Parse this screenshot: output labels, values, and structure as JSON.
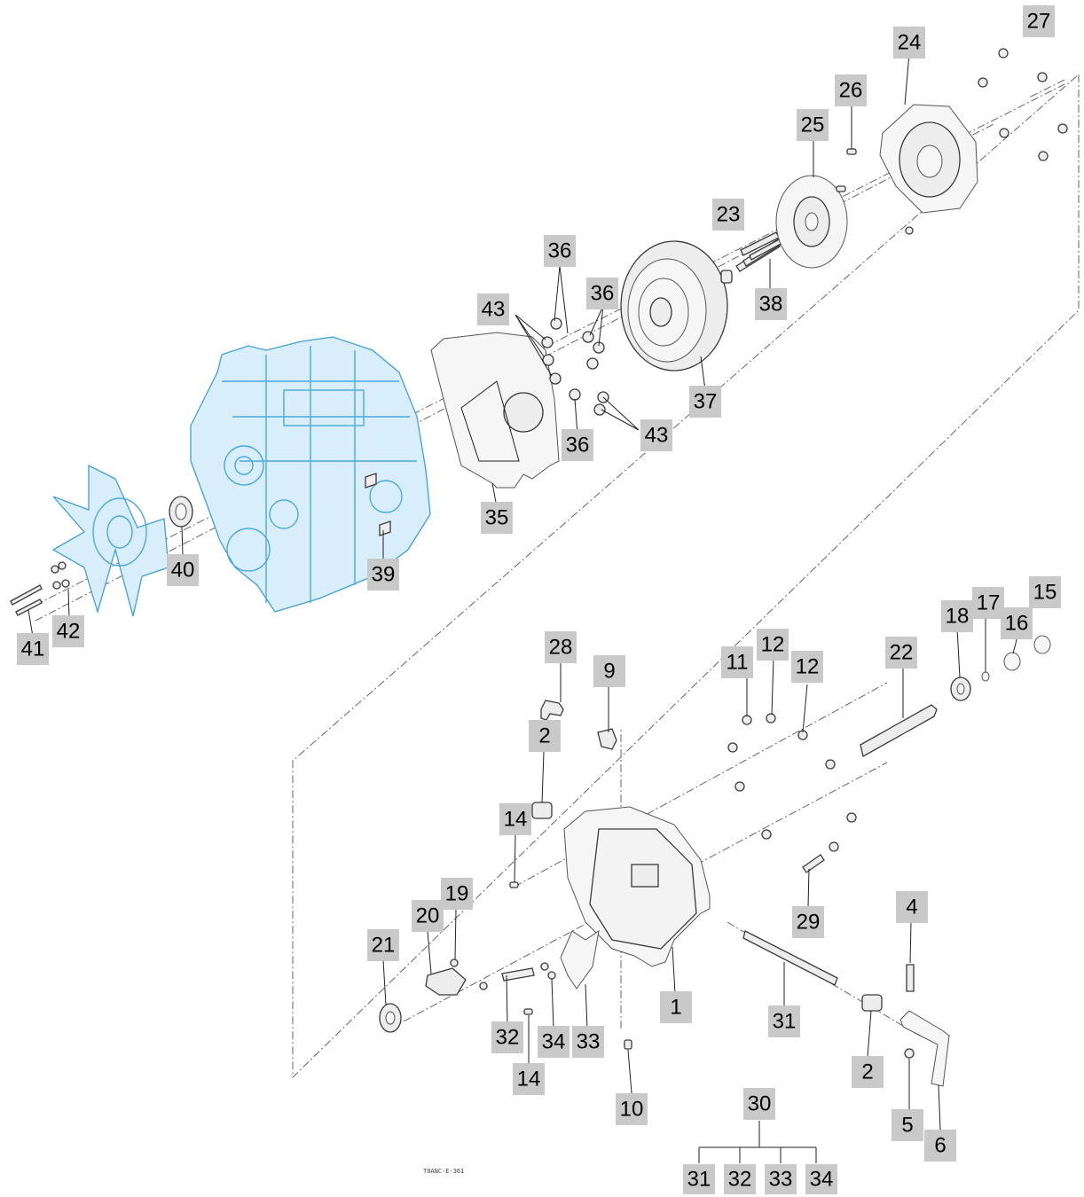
{
  "drawing_code": "T0ANC-E-361",
  "callouts": [
    {
      "id": "c27",
      "label": "27"
    },
    {
      "id": "c24",
      "label": "24"
    },
    {
      "id": "c26",
      "label": "26"
    },
    {
      "id": "c25",
      "label": "25"
    },
    {
      "id": "c23",
      "label": "23"
    },
    {
      "id": "c38",
      "label": "38"
    },
    {
      "id": "c36a",
      "label": "36"
    },
    {
      "id": "c36b",
      "label": "36"
    },
    {
      "id": "c43a",
      "label": "43"
    },
    {
      "id": "c37",
      "label": "37"
    },
    {
      "id": "c36c",
      "label": "36"
    },
    {
      "id": "c43b",
      "label": "43"
    },
    {
      "id": "c35",
      "label": "35"
    },
    {
      "id": "c40",
      "label": "40"
    },
    {
      "id": "c39",
      "label": "39"
    },
    {
      "id": "c42",
      "label": "42"
    },
    {
      "id": "c41",
      "label": "41"
    },
    {
      "id": "c28",
      "label": "28"
    },
    {
      "id": "c9",
      "label": "9"
    },
    {
      "id": "c11",
      "label": "11"
    },
    {
      "id": "c12a",
      "label": "12"
    },
    {
      "id": "c12b",
      "label": "12"
    },
    {
      "id": "c22",
      "label": "22"
    },
    {
      "id": "c18",
      "label": "18"
    },
    {
      "id": "c17",
      "label": "17"
    },
    {
      "id": "c16",
      "label": "16"
    },
    {
      "id": "c15",
      "label": "15"
    },
    {
      "id": "c2a",
      "label": "2"
    },
    {
      "id": "c14a",
      "label": "14"
    },
    {
      "id": "c19",
      "label": "19"
    },
    {
      "id": "c20",
      "label": "20"
    },
    {
      "id": "c21",
      "label": "21"
    },
    {
      "id": "c29",
      "label": "29"
    },
    {
      "id": "c4",
      "label": "4"
    },
    {
      "id": "c1",
      "label": "1"
    },
    {
      "id": "c31a",
      "label": "31"
    },
    {
      "id": "c32a",
      "label": "32"
    },
    {
      "id": "c34a",
      "label": "34"
    },
    {
      "id": "c33a",
      "label": "33"
    },
    {
      "id": "c14b",
      "label": "14"
    },
    {
      "id": "c2b",
      "label": "2"
    },
    {
      "id": "c10",
      "label": "10"
    },
    {
      "id": "c5",
      "label": "5"
    },
    {
      "id": "c6",
      "label": "6"
    },
    {
      "id": "c30",
      "label": "30"
    },
    {
      "id": "c31b",
      "label": "31"
    },
    {
      "id": "c32b",
      "label": "32"
    },
    {
      "id": "c33b",
      "label": "33"
    },
    {
      "id": "c34b",
      "label": "34"
    }
  ]
}
